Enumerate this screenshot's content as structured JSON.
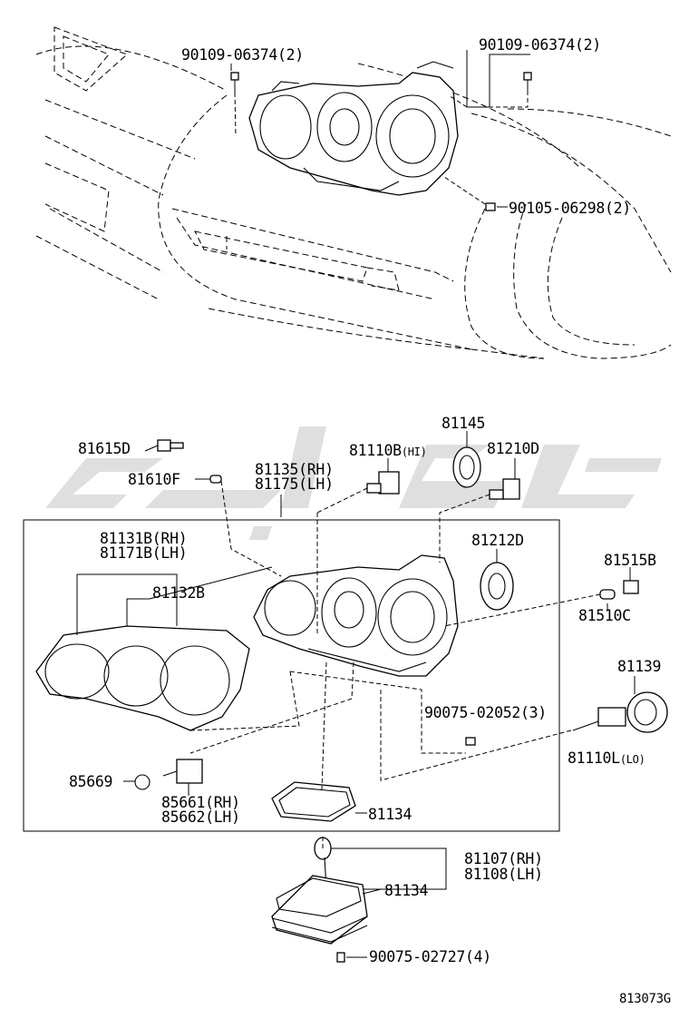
{
  "diagram_code": "813073G",
  "labels": {
    "bolt_top_left": "90109-06374(2)",
    "bolt_top_right": "90109-06374(2)",
    "screw_right": "90105-06298(2)",
    "l_81615D": "81615D",
    "l_81610F": "81610F",
    "l_81135": "81135(RH)",
    "l_81175": "81175(LH)",
    "l_81110B": "81110B",
    "l_81110B_suffix": "(HI)",
    "l_81145": "81145",
    "l_81210D": "81210D",
    "l_81131B": "81131B(RH)",
    "l_81171B": "81171B(LH)",
    "l_81132B": "81132B",
    "l_81212D": "81212D",
    "l_81515B": "81515B",
    "l_81510C": "81510C",
    "l_81139": "81139",
    "l_90075_02052": "90075-02052(3)",
    "l_81110L": "81110L",
    "l_81110L_suffix": "(LO)",
    "l_85669": "85669",
    "l_85661": "85661(RH)",
    "l_85662": "85662(LH)",
    "l_81134_a": "81134",
    "l_81107": "81107(RH)",
    "l_81108": "81108(LH)",
    "l_81134_b": "81134",
    "l_90075_02727": "90075-02727(4)"
  },
  "colors": {
    "line": "#000000",
    "watermark": "#d9d9d9",
    "background": "#ffffff"
  }
}
